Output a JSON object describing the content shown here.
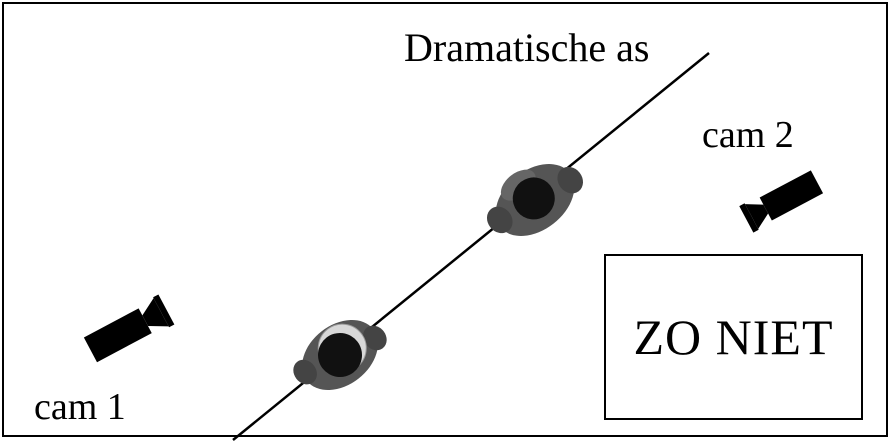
{
  "labels": {
    "axis": "Dramatische as",
    "camera_1": "cam 1",
    "camera_2": "cam 2",
    "warning": "ZO NIET"
  },
  "icons": {
    "camera": "video-camera-icon",
    "person": "person-top-view-icon"
  },
  "colors": {
    "ink": "#000000",
    "head": "#111111",
    "body": "#555555",
    "background": "#ffffff"
  }
}
